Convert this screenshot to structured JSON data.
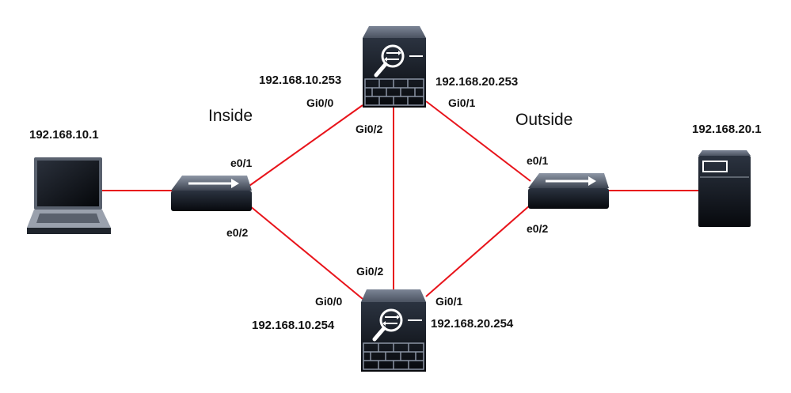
{
  "zones": {
    "inside": "Inside",
    "outside": "Outside"
  },
  "laptop": {
    "ip": "192.168.10.1"
  },
  "server": {
    "ip": "192.168.20.1"
  },
  "fw_primary": {
    "inside_ip": "192.168.10.253",
    "outside_ip": "192.168.20.253",
    "inside_if": "Gi0/0",
    "outside_if": "Gi0/1",
    "failover_if": "Gi0/2"
  },
  "fw_secondary": {
    "inside_ip": "192.168.10.254",
    "outside_ip": "192.168.20.254",
    "inside_if": "Gi0/0",
    "outside_if": "Gi0/1",
    "failover_if": "Gi0/2"
  },
  "switch_inside": {
    "port_top": "e0/1",
    "port_bottom": "e0/2"
  },
  "switch_outside": {
    "port_top": "e0/1",
    "port_bottom": "e0/2"
  },
  "colors": {
    "link": "#e8141b",
    "device_dark": "#151a22",
    "device_top": "#5c6575"
  },
  "icons": [
    "laptop-icon",
    "switch-icon",
    "firewall-icon",
    "server-icon"
  ]
}
